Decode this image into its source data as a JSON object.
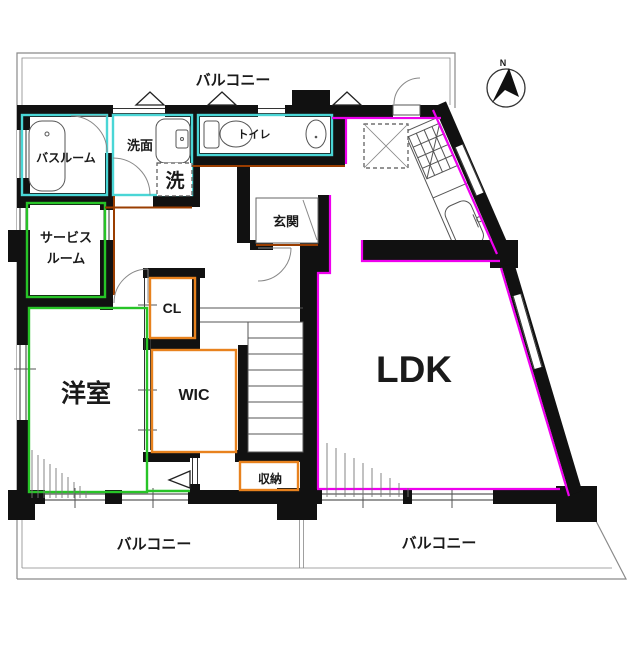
{
  "floor_plan": {
    "labels": {
      "balcony_top": "バルコニー",
      "bathroom": "バスルーム",
      "washroom": "洗面",
      "laundry": "洗",
      "toilet": "トイレ",
      "service_room_line1": "サービス",
      "service_room_line2": "ルーム",
      "entrance": "玄関",
      "closet": "CL",
      "walk_in_closet": "WIC",
      "western_room": "洋室",
      "ldk": "LDK",
      "storage": "収納",
      "balcony_bottom_left": "バルコニー",
      "balcony_bottom_right": "バルコニー",
      "compass_north": "N"
    },
    "colors": {
      "wall": "#111111",
      "wet_room_accent": "#4ad6d6",
      "room_accent": "#27c427",
      "closet_accent": "#e8821e",
      "ldk_accent": "#ee00ee",
      "hall_accent": "#9a3d00",
      "frame": "#8a8a8a"
    }
  }
}
